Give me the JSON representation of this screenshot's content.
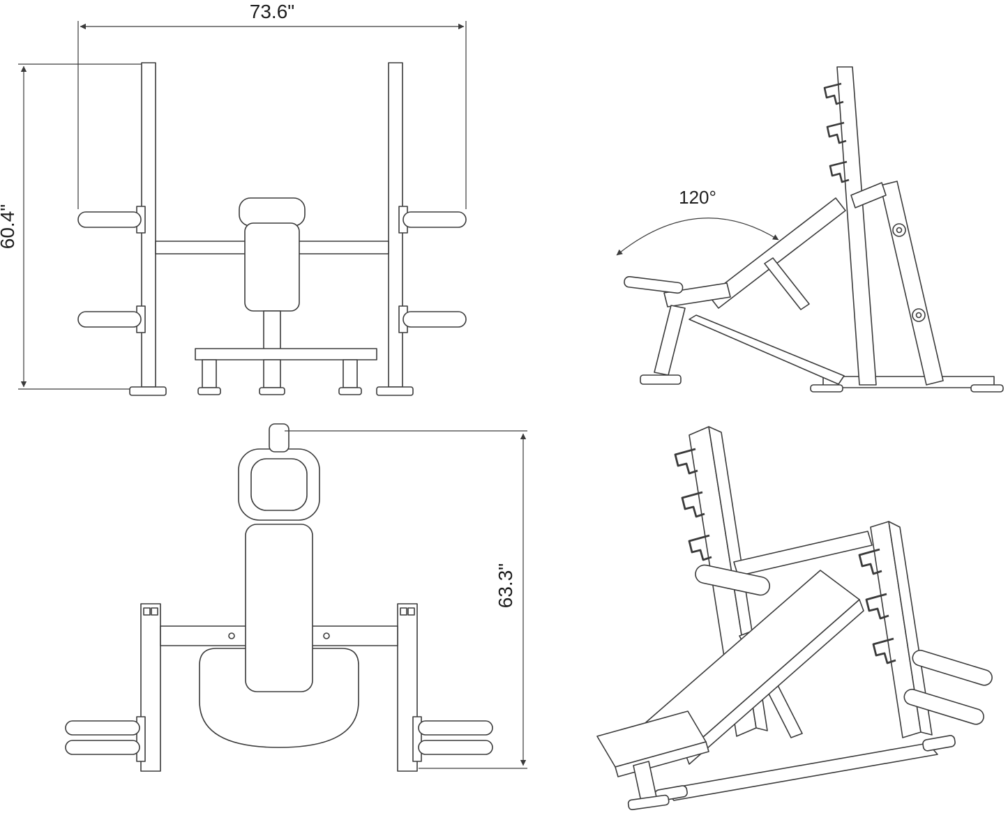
{
  "page": {
    "background_color": "#ffffff",
    "line_color": "#3a3a3a"
  },
  "diagram": {
    "type": "technical-drawing",
    "subject": "olympic incline weight bench, four views",
    "dimensions": {
      "width": "73.6\"",
      "height": "60.4\"",
      "depth": "63.3\"",
      "backrest_angle": "120°"
    }
  }
}
